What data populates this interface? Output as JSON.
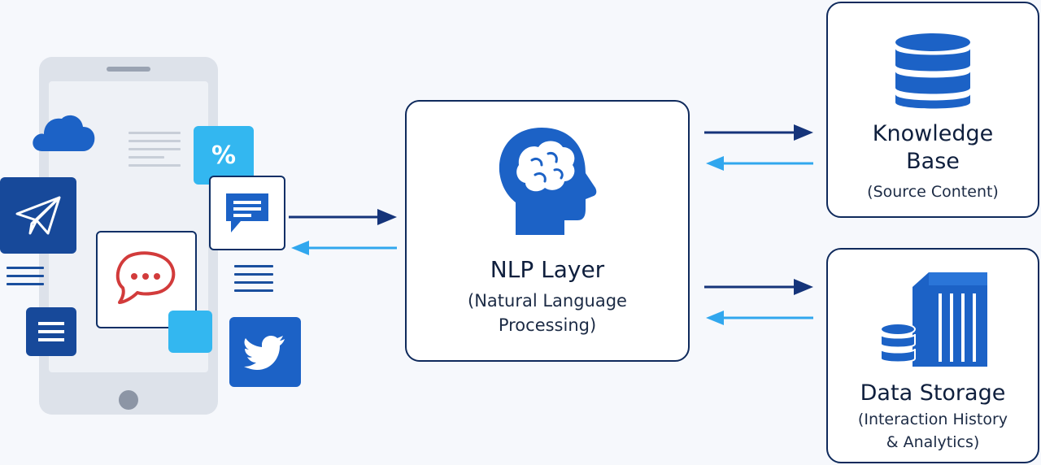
{
  "nlp": {
    "title": "NLP Layer",
    "subtitle_line1": "(Natural Language",
    "subtitle_line2": "Processing)"
  },
  "knowledge_base": {
    "title_line1": "Knowledge",
    "title_line2": "Base",
    "subtitle": "(Source Content)"
  },
  "data_storage": {
    "title": "Data Storage",
    "subtitle_line1": "(Interaction History",
    "subtitle_line2": "& Analytics)"
  },
  "phone_tiles": {
    "percent_symbol": "%",
    "chat_dots": "..."
  },
  "icons": [
    "cloud-icon",
    "paper-plane-icon",
    "percent-icon",
    "message-icon",
    "chat-bubble-icon",
    "list-icon",
    "twitter-bird-icon",
    "brain-head-icon",
    "database-icon",
    "server-icon"
  ],
  "colors": {
    "dark_blue": "#17499a",
    "mid_blue": "#1c62c6",
    "light_blue": "#33b7f0",
    "arrow_dark": "#15347a",
    "arrow_light": "#31a7ee",
    "accent_red": "#d23b3b"
  }
}
